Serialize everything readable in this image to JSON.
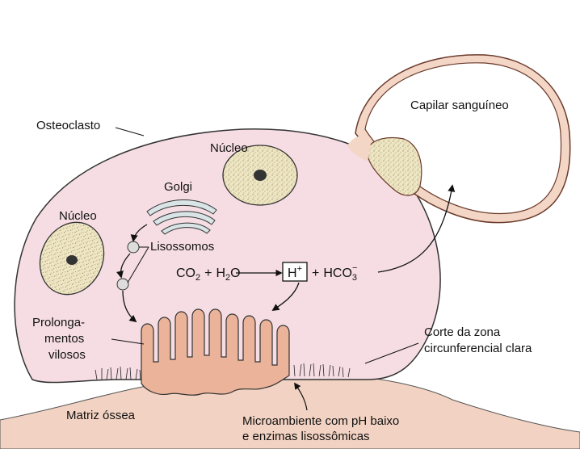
{
  "labels": {
    "osteoclasto": "Osteoclasto",
    "nucleo_top": "Núcleo",
    "nucleo_left": "Núcleo",
    "golgi": "Golgi",
    "lisossomos": "Lisossomos",
    "prolongamentos_1": "Prolonga-",
    "prolongamentos_2": "mentos",
    "prolongamentos_3": "vilosos",
    "capilar": "Capilar sanguíneo",
    "corte_1": "Corte da zona",
    "corte_2": "circunferencial clara",
    "matriz": "Matriz óssea",
    "micro_1": "Microambiente com pH baixo",
    "micro_2": "e enzimas lisossômicas"
  },
  "equation": {
    "co2": "CO",
    "co2_sub": "2",
    "plus1": "+",
    "h2o_h": "H",
    "h2o_sub": "2",
    "h2o_o": "O",
    "hplus": "H",
    "hplus_sup": "+",
    "plus2": "+",
    "hco3": "HCO",
    "hco3_sub": "3",
    "hco3_sup": "−"
  },
  "colors": {
    "cell_fill": "#f5dde3",
    "bone_fill": "#f2d2c2",
    "nucleus_fill": "#efe6c0",
    "villi_fill": "#eab39a",
    "capillary_fill": "#f4d6c6"
  }
}
